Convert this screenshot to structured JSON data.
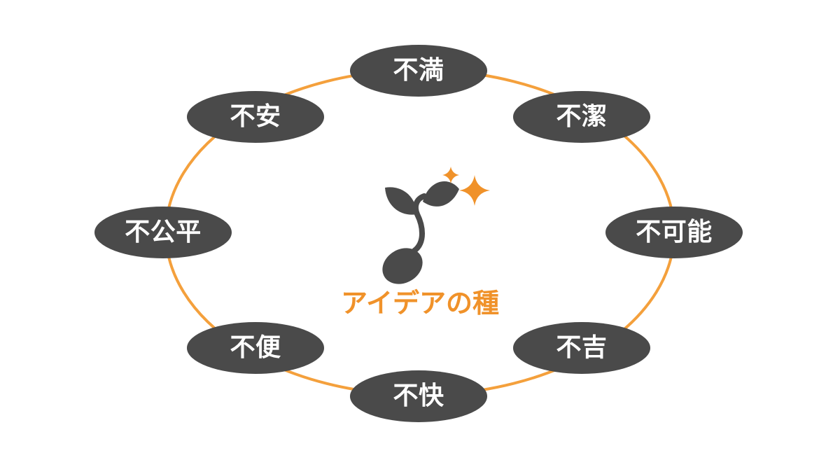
{
  "colors": {
    "ring": "#f4a03c",
    "node_fill": "#4a4a4a",
    "node_text": "#ffffff",
    "accent": "#f0922a",
    "icon_fill": "#4a4a4a"
  },
  "center": {
    "title": "アイデアの種",
    "icon": "sprout-icon",
    "sparkle_icon": "sparkle-icon"
  },
  "nodes": [
    {
      "label": "不満"
    },
    {
      "label": "不潔"
    },
    {
      "label": "不可能"
    },
    {
      "label": "不吉"
    },
    {
      "label": "不快"
    },
    {
      "label": "不便"
    },
    {
      "label": "不公平"
    },
    {
      "label": "不安"
    }
  ]
}
